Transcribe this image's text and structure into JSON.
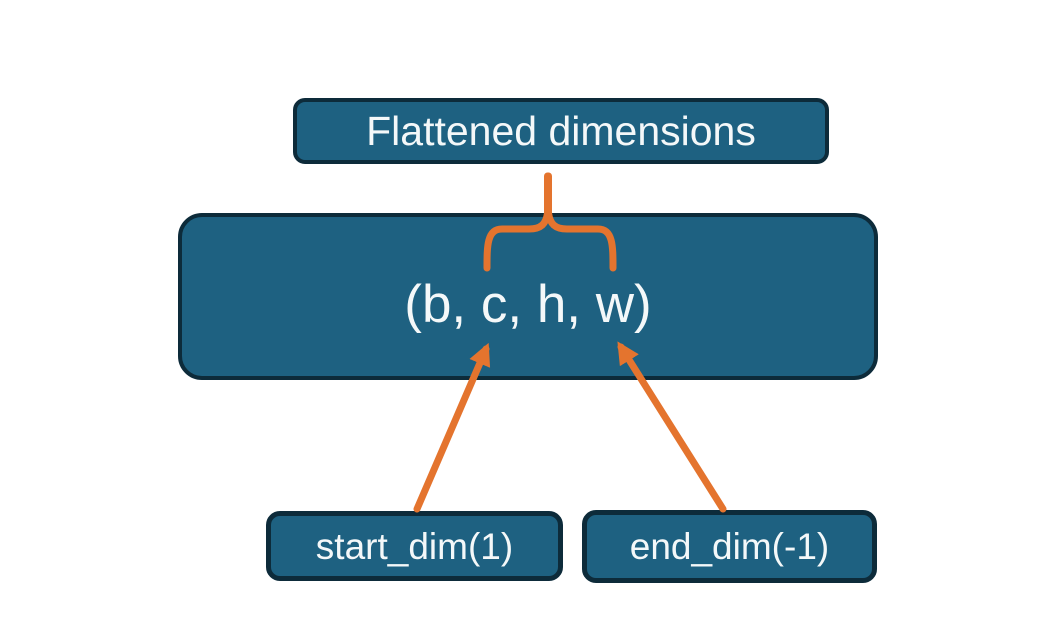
{
  "diagram": {
    "background_color": "#ffffff",
    "colors": {
      "node_fill": "#1e6181",
      "node_border": "#0d2b3a",
      "node_text": "#f4f8f9",
      "connector_orange": "#e4742e"
    },
    "nodes": [
      {
        "id": "flattened-dimensions",
        "label": "Flattened dimensions"
      },
      {
        "id": "tensor-shape",
        "label": "(b, c, h, w)"
      },
      {
        "id": "start-dim",
        "label": "start_dim(1)"
      },
      {
        "id": "end-dim",
        "label": "end_dim(-1)"
      }
    ],
    "connectors": [
      {
        "type": "brace",
        "from": "flattened-dimensions",
        "to": "tensor-shape"
      },
      {
        "type": "arrow",
        "from": "start-dim",
        "to": "tensor-shape"
      },
      {
        "type": "arrow",
        "from": "end-dim",
        "to": "tensor-shape"
      }
    ]
  }
}
